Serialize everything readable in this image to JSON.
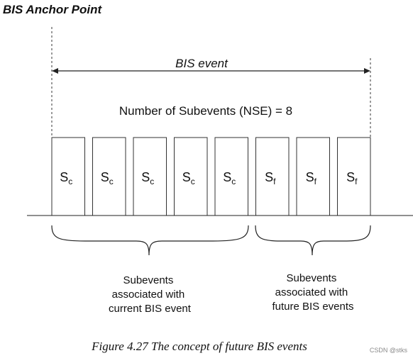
{
  "anchor_label": "BIS Anchor Point",
  "event_label": "BIS event",
  "nse_label": "Number of Subevents (NSE) = 8",
  "subevents": [
    {
      "letter": "S",
      "sub": "c"
    },
    {
      "letter": "S",
      "sub": "c"
    },
    {
      "letter": "S",
      "sub": "c"
    },
    {
      "letter": "S",
      "sub": "c"
    },
    {
      "letter": "S",
      "sub": "c"
    },
    {
      "letter": "S",
      "sub": "f"
    },
    {
      "letter": "S",
      "sub": "f"
    },
    {
      "letter": "S",
      "sub": "f"
    }
  ],
  "groups": [
    {
      "lines": [
        "Subevents",
        "associated with",
        "current BIS event"
      ]
    },
    {
      "lines": [
        "Subevents",
        "associated with",
        "future BIS events"
      ]
    }
  ],
  "caption": "Figure 4.27  The concept of future BIS events",
  "watermark": "CSDN @stks"
}
